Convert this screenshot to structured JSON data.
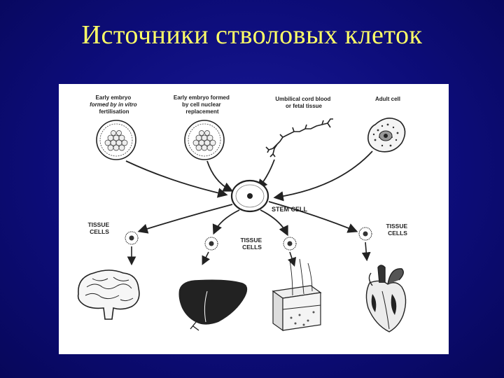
{
  "slide": {
    "title": "Источники стволовых клеток"
  },
  "diagram": {
    "sources": [
      {
        "line1": "Early embryo",
        "line2": "formed by in vitro",
        "line3": "fertilisation"
      },
      {
        "line1": "Early embryo formed",
        "line2": "by cell nuclear",
        "line3": "replacement"
      },
      {
        "line1": "Umbilical cord blood",
        "line2": "or fetal tissue"
      },
      {
        "line1": "Adult cell"
      }
    ],
    "center_label": "STEM CELL",
    "tissue_labels": [
      {
        "line1": "TISSUE",
        "line2": "CELLS"
      },
      {
        "line1": "TISSUE",
        "line2": "CELLS"
      },
      {
        "line1": "TISSUE",
        "line2": "CELLS"
      }
    ],
    "organs": [
      "brain-icon",
      "liver-icon",
      "skin-icon",
      "heart-icon"
    ]
  }
}
